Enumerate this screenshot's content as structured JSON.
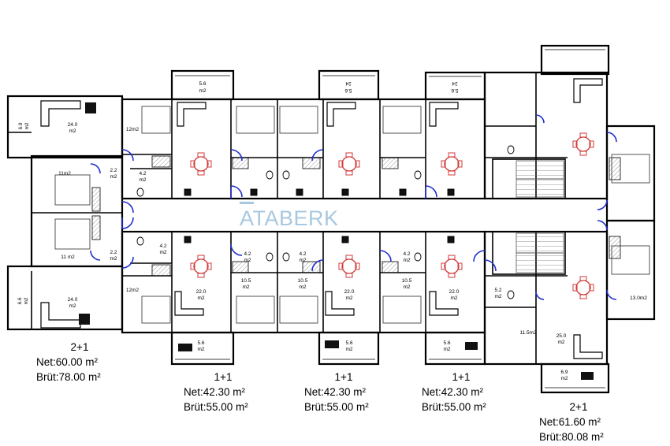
{
  "logo": {
    "text": "ATABERK",
    "color": "#9fc3dd"
  },
  "colors": {
    "wall": "#000000",
    "door": "#1f2fd0",
    "furniture": "#d23a3a",
    "hatch": "#9a9a9a"
  },
  "rooms": {
    "r_top_5_6": "5.6",
    "r_top_m2": "m2",
    "r_24_top_1": "24",
    "r_24_top_1b": "5.6",
    "r_24_top_2": "24",
    "r_24_top_2b": "5.6",
    "r_left_24": "24.0",
    "r_left_24m": "m2",
    "r_69": "6.9",
    "r_69m": "m2",
    "r_12m2_a": "12m2",
    "r_11m2_a": "11m2",
    "r_22_a": "2.2",
    "r_22_am": "m2",
    "r_42_a": "4.2",
    "r_42_am": "m2",
    "r_11m2_b": "11 m2",
    "r_22_b": "2.2",
    "r_22_bm": "m2",
    "r_42_b": "4.2",
    "r_42_bm": "m2",
    "r_12m2_b": "12m2",
    "r_66": "6.6",
    "r_66m": "m2",
    "r_24_bl": "24.0",
    "r_24_blm": "m2",
    "r_22_c": "22.0",
    "r_22_cm": "m2",
    "r_105_a": "10.5",
    "r_105_am": "m2",
    "r_42_c": "4.2",
    "r_42_cm": "m2",
    "r_42_d": "4.2",
    "r_42_dm": "m2",
    "r_105_b": "10.5",
    "r_105_bm": "m2",
    "r_22_d": "22.0",
    "r_22_dm": "m2",
    "r_105_c": "10.5",
    "r_105_cm": "m2",
    "r_42_e": "4.2",
    "r_42_em": "m2",
    "r_22_e": "22.0",
    "r_22_em": "m2",
    "r_52": "5.2",
    "r_52m": "m2",
    "r_115": "11.5m2",
    "r_250": "25.0",
    "r_250m": "m2",
    "r_130": "13.0m2",
    "r_56_b1": "5.6",
    "r_56_b1m": "m2",
    "r_56_b2": "5.6",
    "r_56_b2m": "m2",
    "r_56_b3": "5.6",
    "r_56_b3m": "m2",
    "r_69_b": "6.9",
    "r_69_bm": "m2"
  },
  "units": [
    {
      "type": "2+1",
      "net": "Net:60.00 m²",
      "brut": "Brüt:78.00 m²"
    },
    {
      "type": "1+1",
      "net": "Net:42.30 m²",
      "brut": "Brüt:55.00 m²"
    },
    {
      "type": "1+1",
      "net": "Net:42.30 m²",
      "brut": "Brüt:55.00 m²"
    },
    {
      "type": "1+1",
      "net": "Net:42.30 m²",
      "brut": "Brüt:55.00 m²"
    },
    {
      "type": "2+1",
      "net": "Net:61.60 m²",
      "brut": "Brüt:80.08 m²"
    }
  ]
}
